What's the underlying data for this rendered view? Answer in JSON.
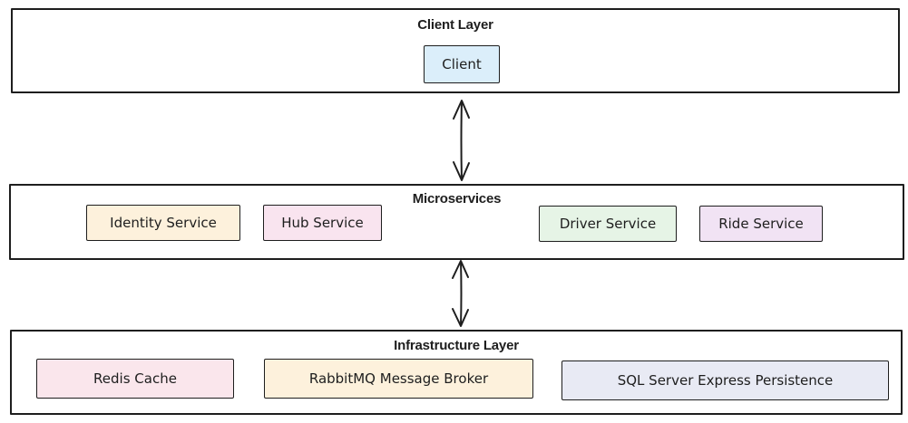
{
  "layers": {
    "client": {
      "title": "Client Layer",
      "nodes": [
        {
          "label": "Client",
          "fill": "#dbeefa"
        }
      ]
    },
    "microservices": {
      "title": "Microservices",
      "nodes": [
        {
          "label": "Identity Service",
          "fill": "#fdf1dc"
        },
        {
          "label": "Hub Service",
          "fill": "#f9e4ef"
        },
        {
          "label": "Driver Service",
          "fill": "#e6f4e6"
        },
        {
          "label": "Ride Service",
          "fill": "#f1e3f4"
        }
      ]
    },
    "infrastructure": {
      "title": "Infrastructure Layer",
      "nodes": [
        {
          "label": "Redis Cache",
          "fill": "#fae6ec"
        },
        {
          "label": "RabbitMQ Message Broker",
          "fill": "#fdf1dc"
        },
        {
          "label": "SQL Server Express Persistence",
          "fill": "#e8eaf4"
        }
      ]
    }
  },
  "connections": [
    {
      "from": "Client Layer",
      "to": "Microservices",
      "direction": "bidirectional"
    },
    {
      "from": "Microservices",
      "to": "Infrastructure Layer",
      "direction": "bidirectional"
    }
  ]
}
